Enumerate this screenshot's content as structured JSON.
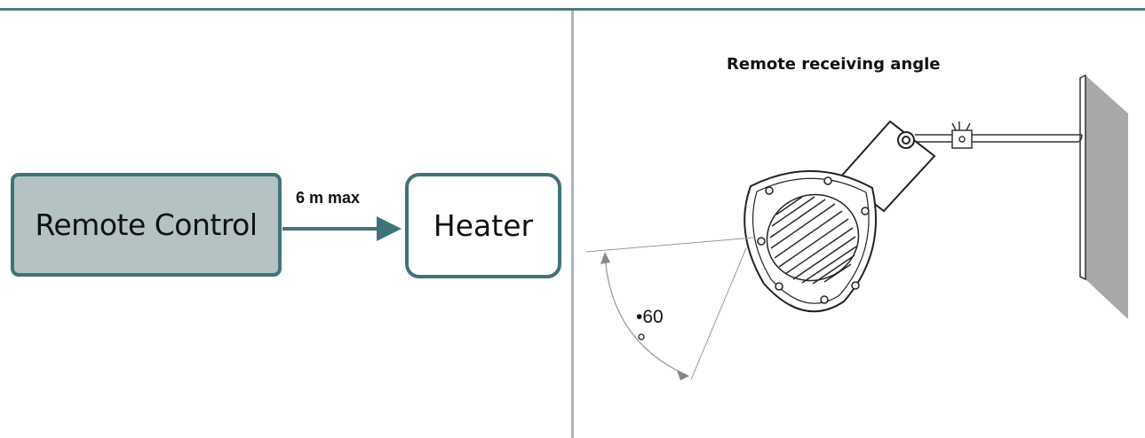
{
  "left_panel": {
    "remote_label": "Remote Control",
    "heater_label": "Heater",
    "distance_label": "6 m max"
  },
  "right_panel": {
    "title": "Remote receiving angle",
    "angle_label": "•60"
  },
  "colors": {
    "accent": "#3f7377",
    "top_rule": "#4e7b7f",
    "remote_fill": "#b4c2c3",
    "divider": "#a9b6b8",
    "wall": "#a8a8a8"
  }
}
